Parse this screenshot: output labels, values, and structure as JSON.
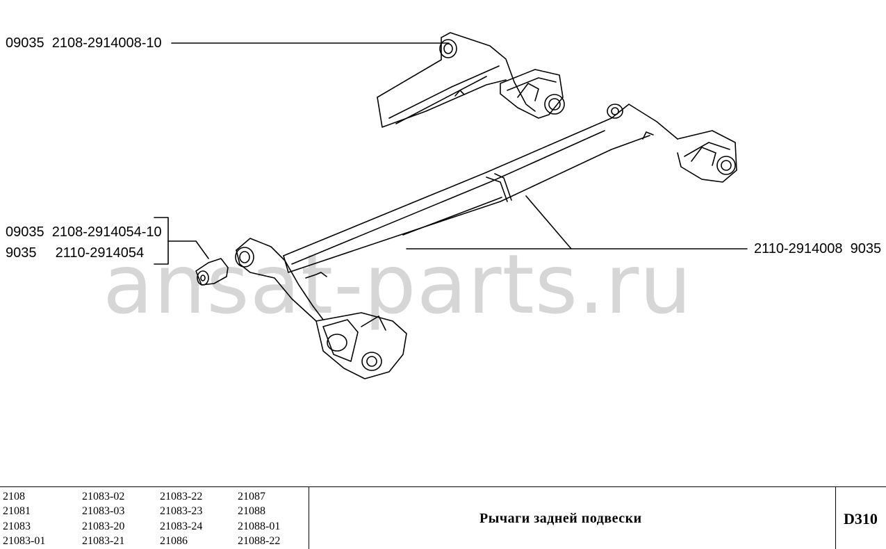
{
  "watermark": "ansat-parts.ru",
  "callouts": [
    {
      "code": "09035",
      "part": "2108-2914008-10"
    },
    {
      "code": "09035",
      "part": "2108-2914054-10"
    },
    {
      "code": "9035",
      "part": "2110-2914054"
    },
    {
      "part": "2110-2914008",
      "code": "9035"
    }
  ],
  "footer": {
    "models": [
      [
        "2108",
        "21083-02",
        "21083-22",
        "21087"
      ],
      [
        "21081",
        "21083-03",
        "21083-23",
        "21088"
      ],
      [
        "21083",
        "21083-20",
        "21083-24",
        "21088-01"
      ],
      [
        "21083-01",
        "21083-21",
        "21086",
        "21088-22"
      ]
    ],
    "title": "Рычаги задней подвески",
    "page_code": "D310"
  }
}
